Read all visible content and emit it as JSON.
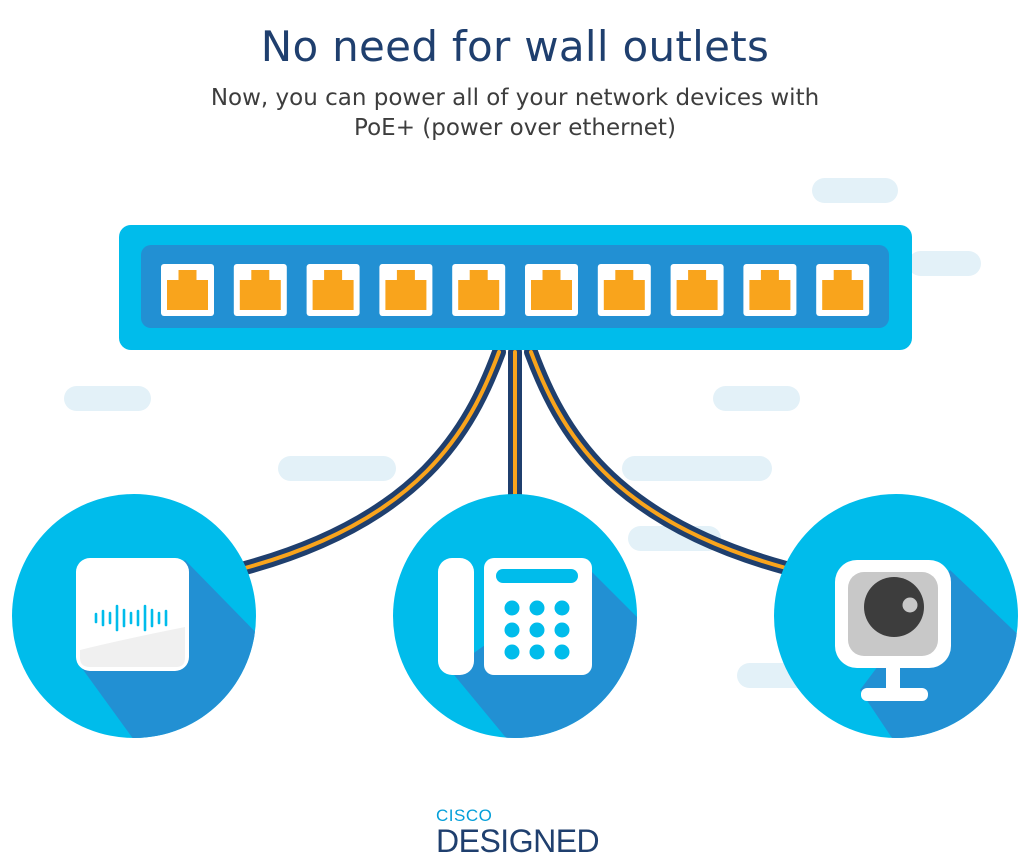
{
  "header": {
    "title": "No need for wall outlets",
    "subtitle_line1": "Now, you can power all of your network devices with",
    "subtitle_line2": "PoE+ (power over ethernet)"
  },
  "switch": {
    "port_count": 10
  },
  "devices": [
    {
      "name": "wireless-access-point",
      "icon": "access-point-icon"
    },
    {
      "name": "ip-phone",
      "icon": "desk-phone-icon"
    },
    {
      "name": "ip-camera",
      "icon": "webcam-icon"
    }
  ],
  "brand": {
    "top": "CISCO",
    "bottom": "DESIGNED"
  },
  "colors": {
    "switch_outer": "#00bceb",
    "switch_inner": "#2290d3",
    "port": "#f9a41c",
    "cable_dark": "#1f3f6e",
    "cable_stripe": "#f9a41c",
    "circle": "#00bceb",
    "shadow": "#2290d3",
    "cloud": "#e3f1f8"
  }
}
